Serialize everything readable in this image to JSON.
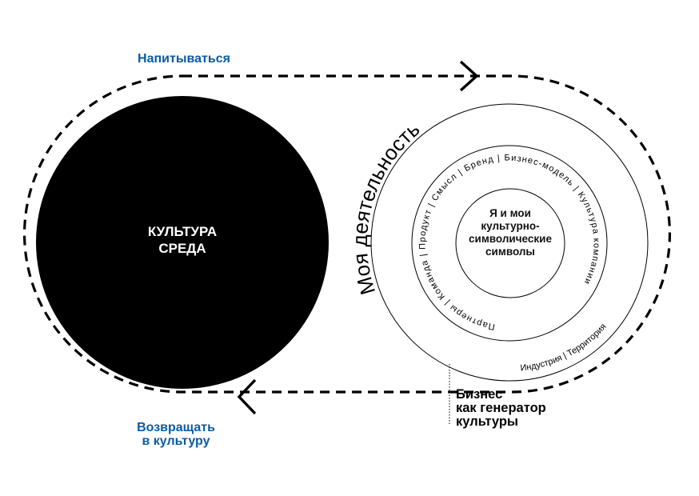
{
  "arrows": {
    "top_label": "Напитываться",
    "bottom_label_line1": "Возвращать",
    "bottom_label_line2": "в культуру"
  },
  "left_circle": {
    "line1": "КУЛЬТУРА",
    "line2": "СРЕДА"
  },
  "right_circles": {
    "outer_label": "Моя деятельность",
    "outer_ring_text": "Индустрия | Территория",
    "middle_ring_text": "Партнеры | Команда | Продукт | Смысл | Бренд | Бизнес-модель | Культура компании",
    "core_line1": "Я и мои",
    "core_line2": "культурно-",
    "core_line3": "символические",
    "core_line4": "символы"
  },
  "caption": {
    "line1": "Бизнес",
    "line2": "как генератор",
    "line3": "культуры"
  },
  "colors": {
    "accent": "#0b5ba6",
    "ink": "#000000"
  }
}
